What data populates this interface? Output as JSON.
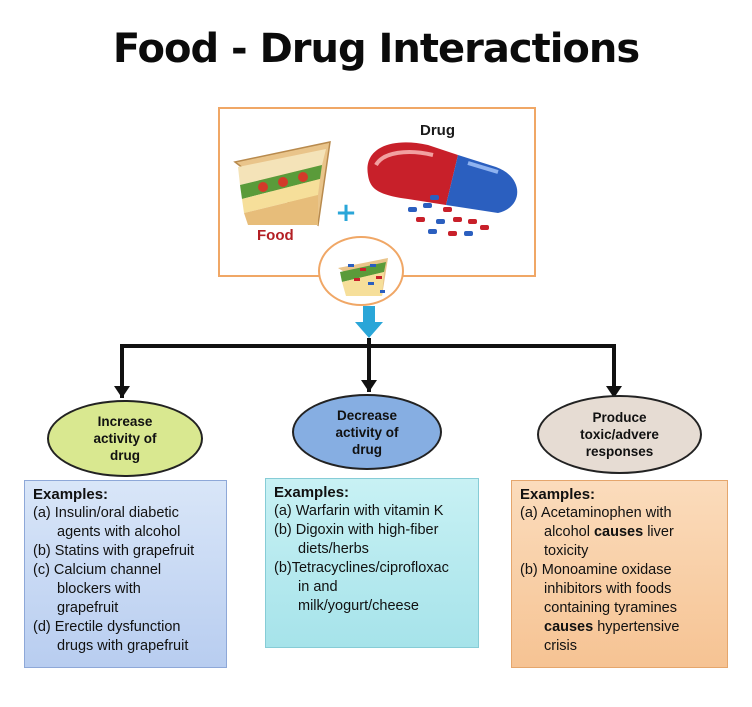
{
  "title": "Food - Drug Interactions",
  "image_labels": {
    "drug": "Drug",
    "food": "Food",
    "plus": "+"
  },
  "categories": [
    {
      "label_lines": [
        "Increase",
        "activity of",
        "drug"
      ],
      "examples_heading": "Examples:",
      "items": [
        [
          "(a) Insulin/oral diabetic",
          "agents with alcohol"
        ],
        [
          "(b) Statins with grapefruit"
        ],
        [
          "(c) Calcium channel",
          "blockers with",
          "grapefruit"
        ],
        [
          "(d) Erectile dysfunction",
          "drugs with grapefruit"
        ]
      ]
    },
    {
      "label_lines": [
        "Decrease",
        "activity of",
        "drug"
      ],
      "examples_heading": "Examples:",
      "items": [
        [
          "(a) Warfarin with vitamin K"
        ],
        [
          "(b) Digoxin with high-fiber",
          "diets/herbs"
        ],
        [
          "(b)Tetracyclines/ciprofloxac",
          "in and",
          "milk/yogurt/cheese"
        ]
      ]
    },
    {
      "label_lines": [
        "Produce",
        "toxic/advere",
        "responses"
      ],
      "examples_heading": "Examples:",
      "items_rich": [
        {
          "first": "(a) Acetaminophen with",
          "rest_pre": "alcohol ",
          "bold": "causes",
          "rest_post": " liver",
          "tail": "toxicity"
        },
        {
          "first": "(b) Monoamine oxidase",
          "line2": "inhibitors with foods",
          "line3": "containing tyramines",
          "bold": "causes",
          "rest_post": " hypertensive",
          "tail": "crisis"
        }
      ]
    }
  ],
  "colors": {
    "increase": "#d9e890",
    "decrease": "#86aee2",
    "toxic": "#e6dcd3",
    "frame": "#f0a766",
    "arrow_blue": "#2aa6d8",
    "food_label": "#b31f24"
  },
  "icons": [
    "sandwich-icon",
    "capsule-icon",
    "pills-icon",
    "down-arrow-icon"
  ]
}
